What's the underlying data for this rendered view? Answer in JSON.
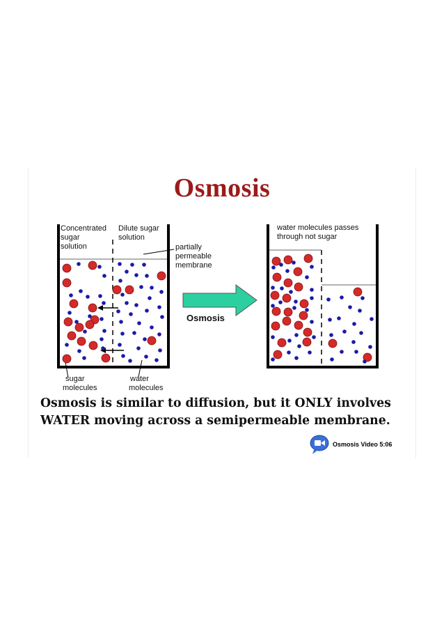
{
  "title": "Osmosis",
  "left_beaker": {
    "label_concentrated": [
      "Concentrated",
      "sugar",
      "solution"
    ],
    "label_dilute": [
      "Dilute sugar",
      "solution"
    ],
    "label_membrane": [
      "partially",
      "permeable",
      "membrane"
    ],
    "label_sugar": [
      "sugar",
      "molecules"
    ],
    "label_water": [
      "water",
      "molecules"
    ]
  },
  "arrow_label": "Osmosis",
  "right_beaker": {
    "label_top": [
      "water molecules passes",
      "through not sugar"
    ]
  },
  "caption": [
    "Osmosis is similar to diffusion, but it ONLY involves",
    "WATER moving across a semipermeable membrane."
  ],
  "video_link": {
    "label": "Osmosis Video 5:06",
    "icon": "video-camera-icon"
  },
  "colors": {
    "title": "#9b1b1b",
    "sugar": "#d42a2a",
    "water": "#1a1aa8",
    "arrow_fill": "#2ccfa0",
    "video_icon": "#3a6fd8"
  }
}
